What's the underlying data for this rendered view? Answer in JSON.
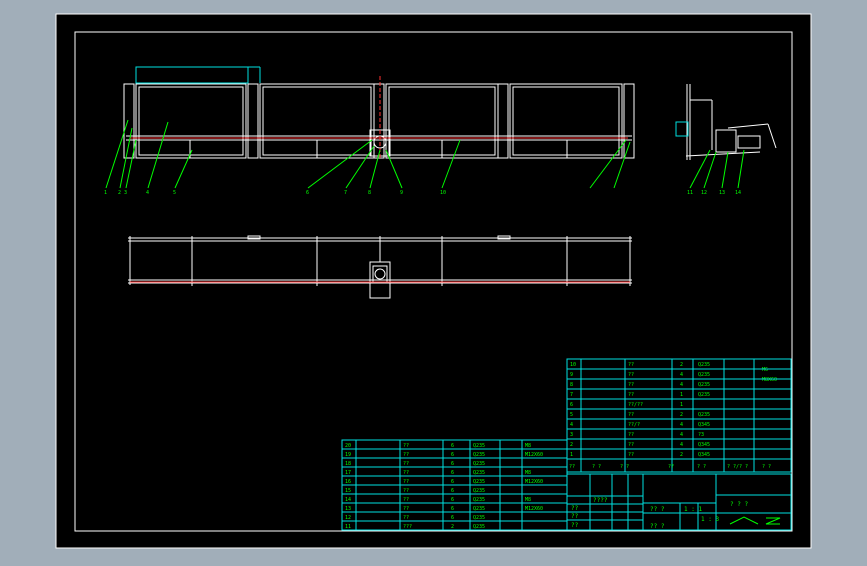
{
  "colors": {
    "background": "#a1aeb9",
    "sheet": "#000000",
    "frame": "#ffffff",
    "table_lines": "#00e0e0",
    "table_text": "#00ff00",
    "drawing_lines": "#ffffff",
    "centerline": "#ff3030",
    "leaders": "#00ff00"
  },
  "upper_parts_table": {
    "rows": [
      {
        "no": "10",
        "c2": "",
        "c3": "??",
        "qty": "2",
        "material": "Q235",
        "c6": "",
        "note": "M6"
      },
      {
        "no": "9",
        "c2": "",
        "c3": "??",
        "qty": "4",
        "material": "Q235",
        "c6": "",
        "note": "M8X60"
      },
      {
        "no": "8",
        "c2": "",
        "c3": "??",
        "qty": "4",
        "material": "Q235",
        "c6": "",
        "note": ""
      },
      {
        "no": "7",
        "c2": "",
        "c3": "??",
        "qty": "1",
        "material": "Q235",
        "c6": "",
        "note": ""
      },
      {
        "no": "6",
        "c2": "",
        "c3": "??/??",
        "qty": "1",
        "material": "",
        "c6": "",
        "note": ""
      },
      {
        "no": "5",
        "c2": "",
        "c3": "??",
        "qty": "2",
        "material": "Q235",
        "c6": "",
        "note": ""
      },
      {
        "no": "4",
        "c2": "",
        "c3": "??/?",
        "qty": "4",
        "material": "Q345",
        "c6": "",
        "note": ""
      },
      {
        "no": "3",
        "c2": "",
        "c3": "??",
        "qty": "4",
        "material": "?3",
        "c6": "",
        "note": ""
      },
      {
        "no": "2",
        "c2": "",
        "c3": "??",
        "qty": "4",
        "material": "Q345",
        "c6": "",
        "note": ""
      },
      {
        "no": "1",
        "c2": "",
        "c3": "??",
        "qty": "2",
        "material": "Q345",
        "c6": "",
        "note": ""
      }
    ],
    "header": [
      "??",
      "? ?",
      "? ?",
      "??",
      "? ?",
      "? ?/? ?",
      "? ?"
    ]
  },
  "lower_parts_table": {
    "rows": [
      {
        "no": "20",
        "c3": "??",
        "qty": "6",
        "material": "Q235",
        "note": "M8"
      },
      {
        "no": "19",
        "c3": "??",
        "qty": "6",
        "material": "Q235",
        "note": "M12X60"
      },
      {
        "no": "18",
        "c3": "??",
        "qty": "6",
        "material": "Q235",
        "note": ""
      },
      {
        "no": "17",
        "c3": "??",
        "qty": "6",
        "material": "Q235",
        "note": "M8"
      },
      {
        "no": "16",
        "c3": "??",
        "qty": "6",
        "material": "Q235",
        "note": "M12X60"
      },
      {
        "no": "15",
        "c3": "??",
        "qty": "6",
        "material": "Q235",
        "note": ""
      },
      {
        "no": "14",
        "c3": "??",
        "qty": "6",
        "material": "Q235",
        "note": "M8"
      },
      {
        "no": "13",
        "c3": "??",
        "qty": "6",
        "material": "Q235",
        "note": "M12X60"
      },
      {
        "no": "12",
        "c3": "??",
        "qty": "6",
        "material": "Q235",
        "note": ""
      },
      {
        "no": "11",
        "c3": "???",
        "qty": "2",
        "material": "Q235",
        "note": ""
      }
    ]
  },
  "title_block": {
    "title": "? ? ?",
    "scale_1": "1 : 1",
    "scale_2": "1 : 3",
    "sheet_1": "?? ?",
    "sheet_2": "?? ?",
    "designer": "??",
    "checker": "??",
    "approver": "??",
    "date": "????"
  },
  "balloons_front": [
    "1",
    "2",
    "3",
    "4",
    "5",
    "6",
    "7",
    "8",
    "9",
    "10"
  ],
  "balloons_side": [
    "11",
    "12",
    "13",
    "14"
  ]
}
